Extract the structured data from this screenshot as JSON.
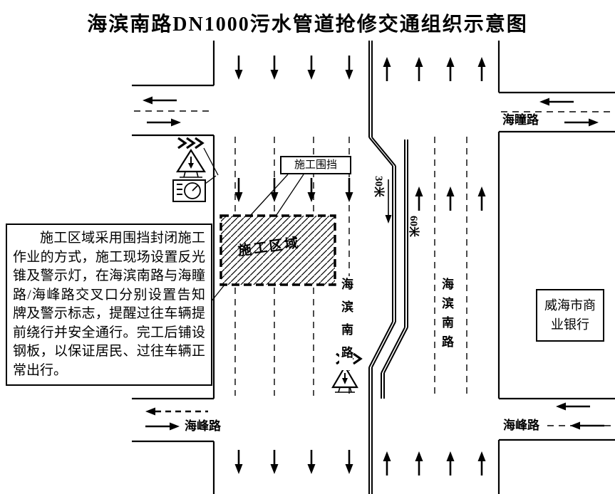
{
  "title": "海滨南路DN1000污水管道抢修交通组织示意图",
  "roads": {
    "haitong": "海瞳路",
    "haifeng": "海峰路",
    "haibin_south": "海滨南路"
  },
  "construction": {
    "fence_label": "施工围挡",
    "area_label": "施工区域"
  },
  "dimensions": {
    "d30": "30米",
    "d60": "60米"
  },
  "bank": "威海市商业银行",
  "note": "施工区域采用围挡封闭施工作业的方式，施工现场设置反光锥及警示灯，在海滨南路与海瞳路/海峰路交叉口分别设置告知牌及警示标志，提醒过往车辆提前绕行并安全通行。完工后铺设钢板，以保证居民、过往车辆正常出行。"
}
